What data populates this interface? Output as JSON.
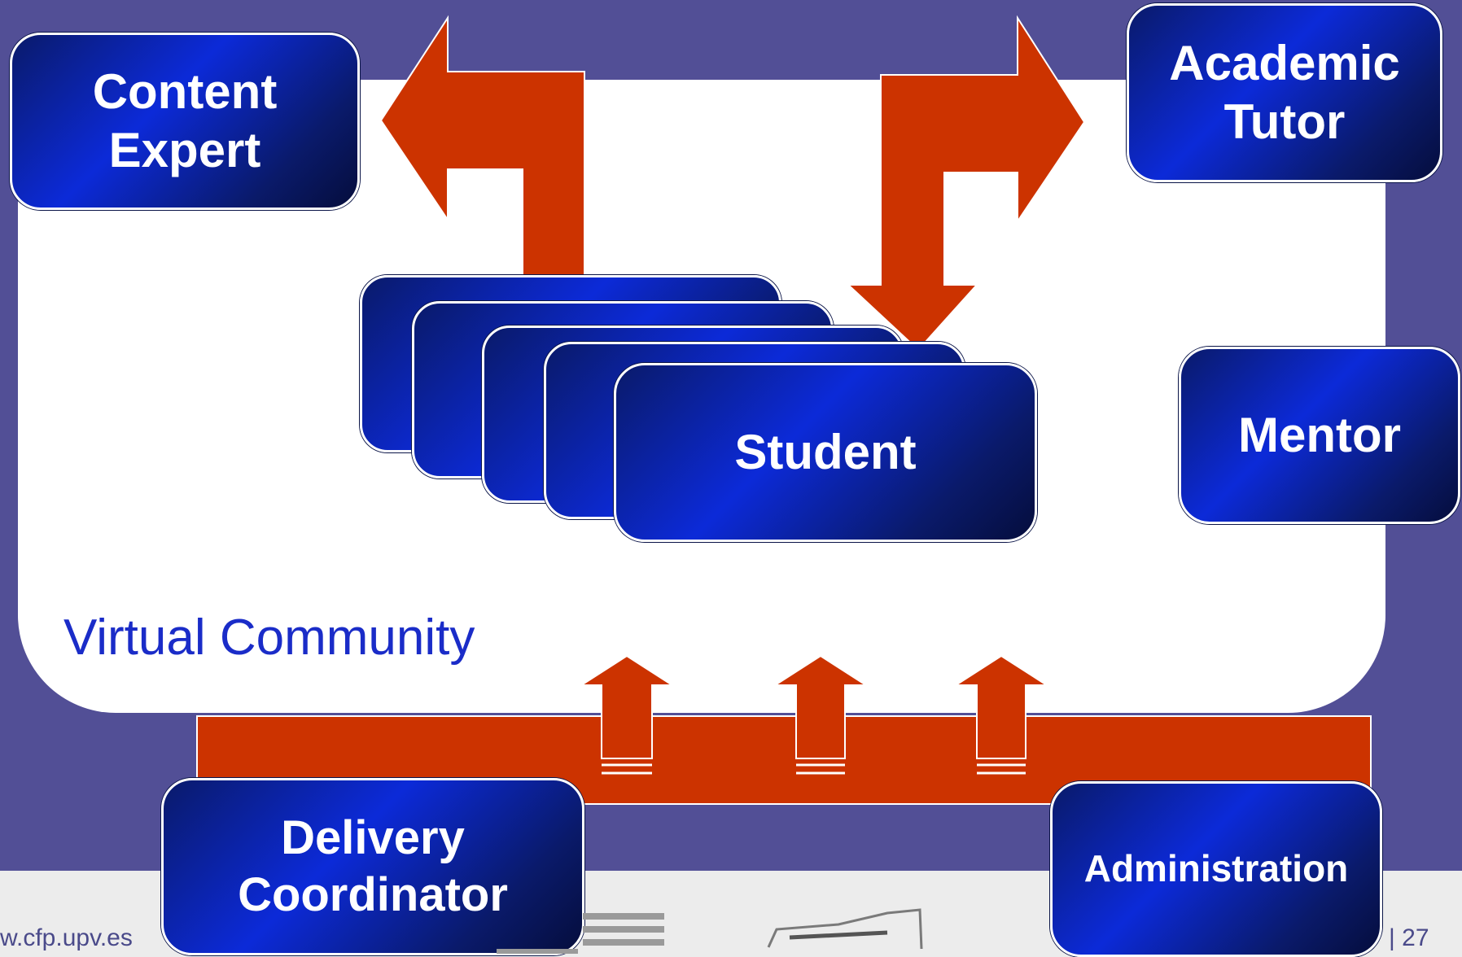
{
  "diagram": {
    "community_label": "Virtual Community",
    "roles": {
      "content_expert": "Content\nExpert",
      "academic_tutor": "Academic\nTutor",
      "student": "Student",
      "mentor": "Mentor",
      "delivery_coordinator": "Delivery\nCoordinator",
      "administration": "Administration"
    },
    "colors": {
      "background": "#524f96",
      "box_dark": "#0a1a6a",
      "box_light": "#0c2ad8",
      "arrow": "#cc3300",
      "community_text": "#1a2cc8"
    }
  },
  "footer": {
    "url": "w.cfp.upv.es",
    "page": "| 27",
    "logo_icons": [
      "university-logo-icon",
      "building-logo-icon"
    ]
  }
}
